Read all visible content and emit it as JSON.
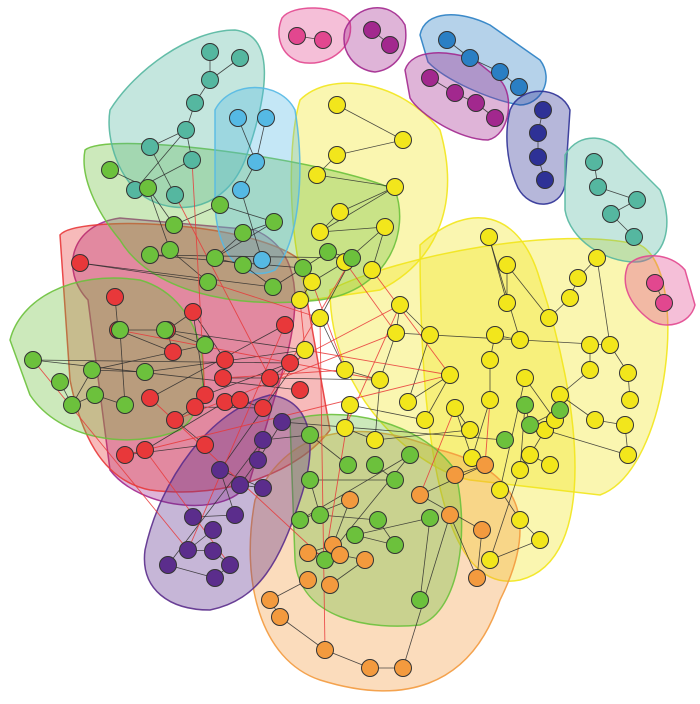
{
  "colors": {
    "red": "#e8383a",
    "yellow": "#f2e61c",
    "green": "#6cc13c",
    "orange": "#f39a3e",
    "purple": "#5b2d8c",
    "blue": "#2a7fc4",
    "navy": "#2e3196",
    "teal": "#55b7a0",
    "pink": "#e2478f",
    "magenta": "#a2288e",
    "sky": "#55b9e4",
    "edge": "#2b2b2b",
    "cross_edge": "#e8383a"
  },
  "clusters": [
    {
      "id": "red-cluster",
      "color": "red"
    },
    {
      "id": "yellow-cluster",
      "color": "yellow"
    },
    {
      "id": "lime-cluster",
      "color": "green"
    },
    {
      "id": "orange-cluster",
      "color": "orange"
    },
    {
      "id": "purple-cluster",
      "color": "purple"
    },
    {
      "id": "blue-cluster",
      "color": "blue"
    },
    {
      "id": "navy-cluster",
      "color": "navy"
    },
    {
      "id": "teal-cluster",
      "color": "teal"
    },
    {
      "id": "pink-cluster",
      "color": "pink"
    },
    {
      "id": "magenta-cluster",
      "color": "magenta"
    },
    {
      "id": "sky-cluster",
      "color": "sky"
    }
  ]
}
